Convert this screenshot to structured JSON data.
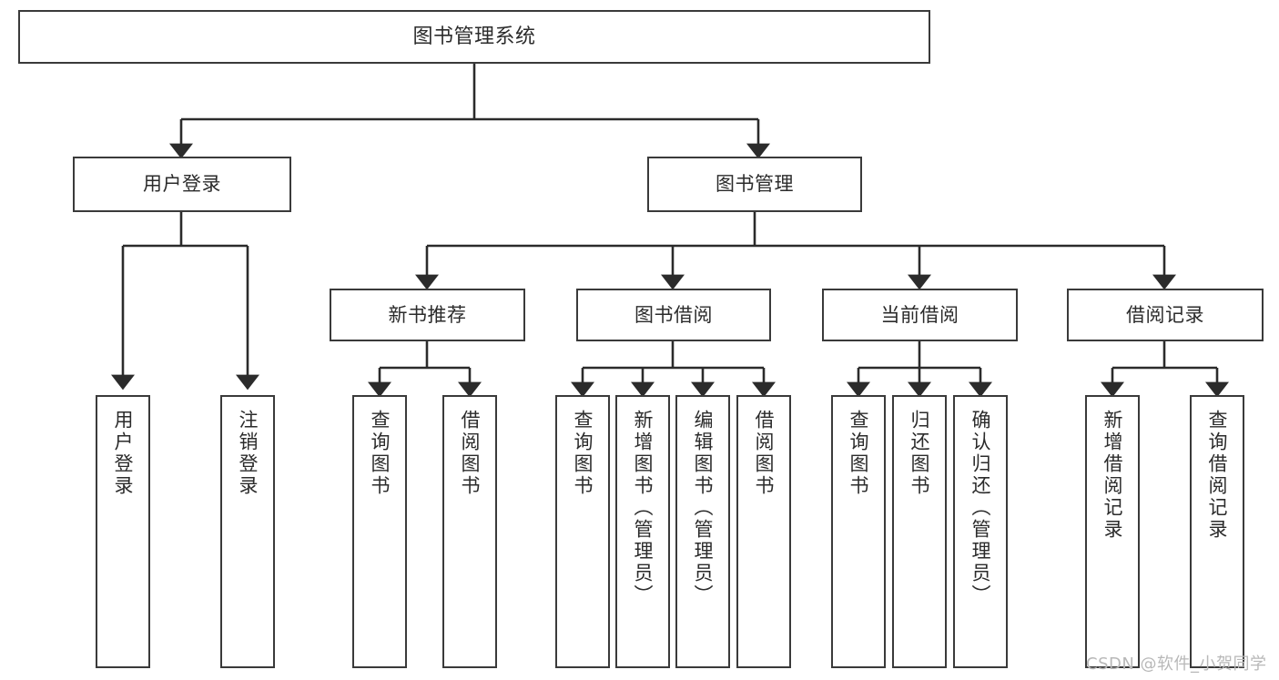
{
  "diagram": {
    "title_text": "图书管理系统",
    "watermark": "CSDN @软件_小贺同学",
    "colors": {
      "box_border": "#3a3a3a",
      "box_fill": "#ffffff",
      "connector": "#2b2b2b",
      "text": "#2b2b2b",
      "watermark": "#b8b8b8",
      "background": "#ffffff"
    },
    "root": {
      "label": "图书管理系统"
    },
    "level1": [
      {
        "label": "用户登录"
      },
      {
        "label": "图书管理"
      }
    ],
    "level2": [
      {
        "label": "新书推荐"
      },
      {
        "label": "图书借阅"
      },
      {
        "label": "当前借阅"
      },
      {
        "label": "借阅记录"
      }
    ],
    "leaves": {
      "user_login": [
        {
          "label": "用户登录"
        },
        {
          "label": "注销登录"
        }
      ],
      "new_book_recommend": [
        {
          "label": "查询图书"
        },
        {
          "label": "借阅图书"
        }
      ],
      "book_borrow": [
        {
          "label": "查询图书"
        },
        {
          "label": "新增图书（管理员）"
        },
        {
          "label": "编辑图书（管理员）"
        },
        {
          "label": "借阅图书"
        }
      ],
      "current_borrow": [
        {
          "label": "查询图书"
        },
        {
          "label": "归还图书"
        },
        {
          "label": "确认归还（管理员）"
        }
      ],
      "borrow_record": [
        {
          "label": "新增借阅记录"
        },
        {
          "label": "查询借阅记录"
        }
      ]
    }
  }
}
